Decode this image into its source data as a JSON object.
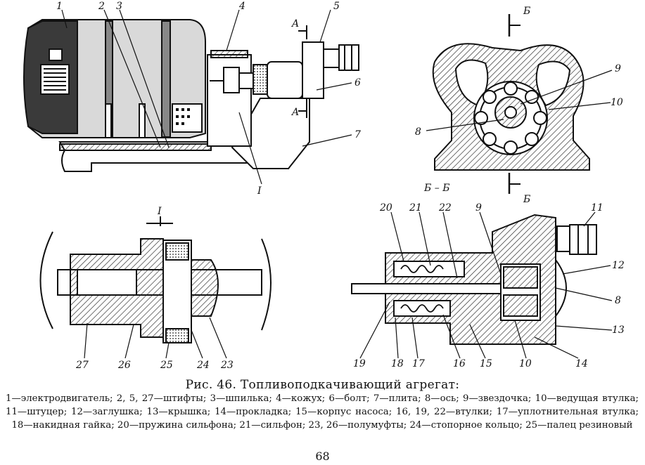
{
  "figure": {
    "labels": {
      "n1": "1",
      "n2": "2",
      "n3": "3",
      "n4": "4",
      "n5": "5",
      "n6": "6",
      "n7": "7",
      "n8": "8",
      "n9": "9",
      "n10": "10",
      "n11": "11",
      "n12": "12",
      "n13": "13",
      "n14": "14",
      "n15": "15",
      "n16": "16",
      "n17": "17",
      "n18": "18",
      "n19": "19",
      "n20": "20",
      "n21": "21",
      "n22": "22",
      "n23": "23",
      "n24": "24",
      "n25": "25",
      "n26": "26",
      "n27": "27",
      "I_top": "I",
      "I_bottom": "I",
      "A_top": "A",
      "A_bottom": "A",
      "B_top": "Б",
      "B_bottom": "Б",
      "section_BB": "Б – Б",
      "n8b": "8",
      "n9b": "9"
    }
  },
  "caption": "Рис. 46. Топливоподкачивающий агрегат:",
  "legend": "1—электродвигатель; 2, 5, 27—штифты; 3—шпилька; 4—кожух; 6—болт; 7—плита; 8—ось; 9—звездочка; 10—ведущая втулка; 11—штуцер; 12—заглушка; 13—крышка; 14—прокладка; 15—корпус насоса; 16, 19, 22—втулки; 17—уплотнительная втулка; 18—накидная гайка; 20—пружина сильфона; 21—сильфон; 23, 26—полумуфты; 24—стопорное кольцо; 25—палец резиновый",
  "page_number": "68"
}
